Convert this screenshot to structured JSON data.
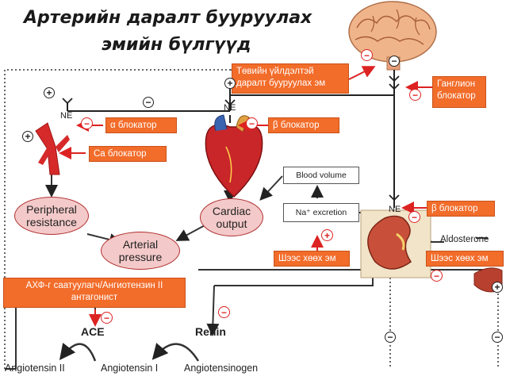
{
  "title": {
    "line1": "Артерийн даралт бууруулах",
    "line2": "эмийн бүлгүүд"
  },
  "drug_boxes": {
    "central": "Төвийн үйлдэлтэй даралт бууруулах эм",
    "ganglion": "Ганглион блокатор",
    "alpha": "α блокатор",
    "beta_heart": "β блокатор",
    "ca": "Ca блокатор",
    "beta_kidney": "β блокатор",
    "diuretic_left": "Шээс хөөх эм",
    "diuretic_right": "Шээс хөөх эм",
    "acei_arb": "АХФ-г саатуулагч/Ангиотензин II антагонист"
  },
  "diagram_labels": {
    "peripheral_resistance": "Peripheral resistance",
    "cardiac_output": "Cardiac output",
    "arterial_pressure": "Arterial pressure",
    "blood_volume": "Blood volume",
    "na_excretion": "Na⁺ excretion",
    "aldosterone": "Aldosterone",
    "renin": "Renin",
    "ace": "ACE",
    "angiotensin_ii": "Angiotensin II",
    "angiotensin_i": "Angiotensin I",
    "angiotensinogen": "Angiotensinogen",
    "ne_vessel": "NE",
    "ne_heart": "NE",
    "ne_kidney": "NE"
  },
  "symbols": {
    "plus": "+",
    "minus": "−"
  },
  "colors": {
    "drug_box": "#f26c2a",
    "pill_fill": "#f4c9c9",
    "inhibit": "#dd2222",
    "pathway": "#222222"
  }
}
